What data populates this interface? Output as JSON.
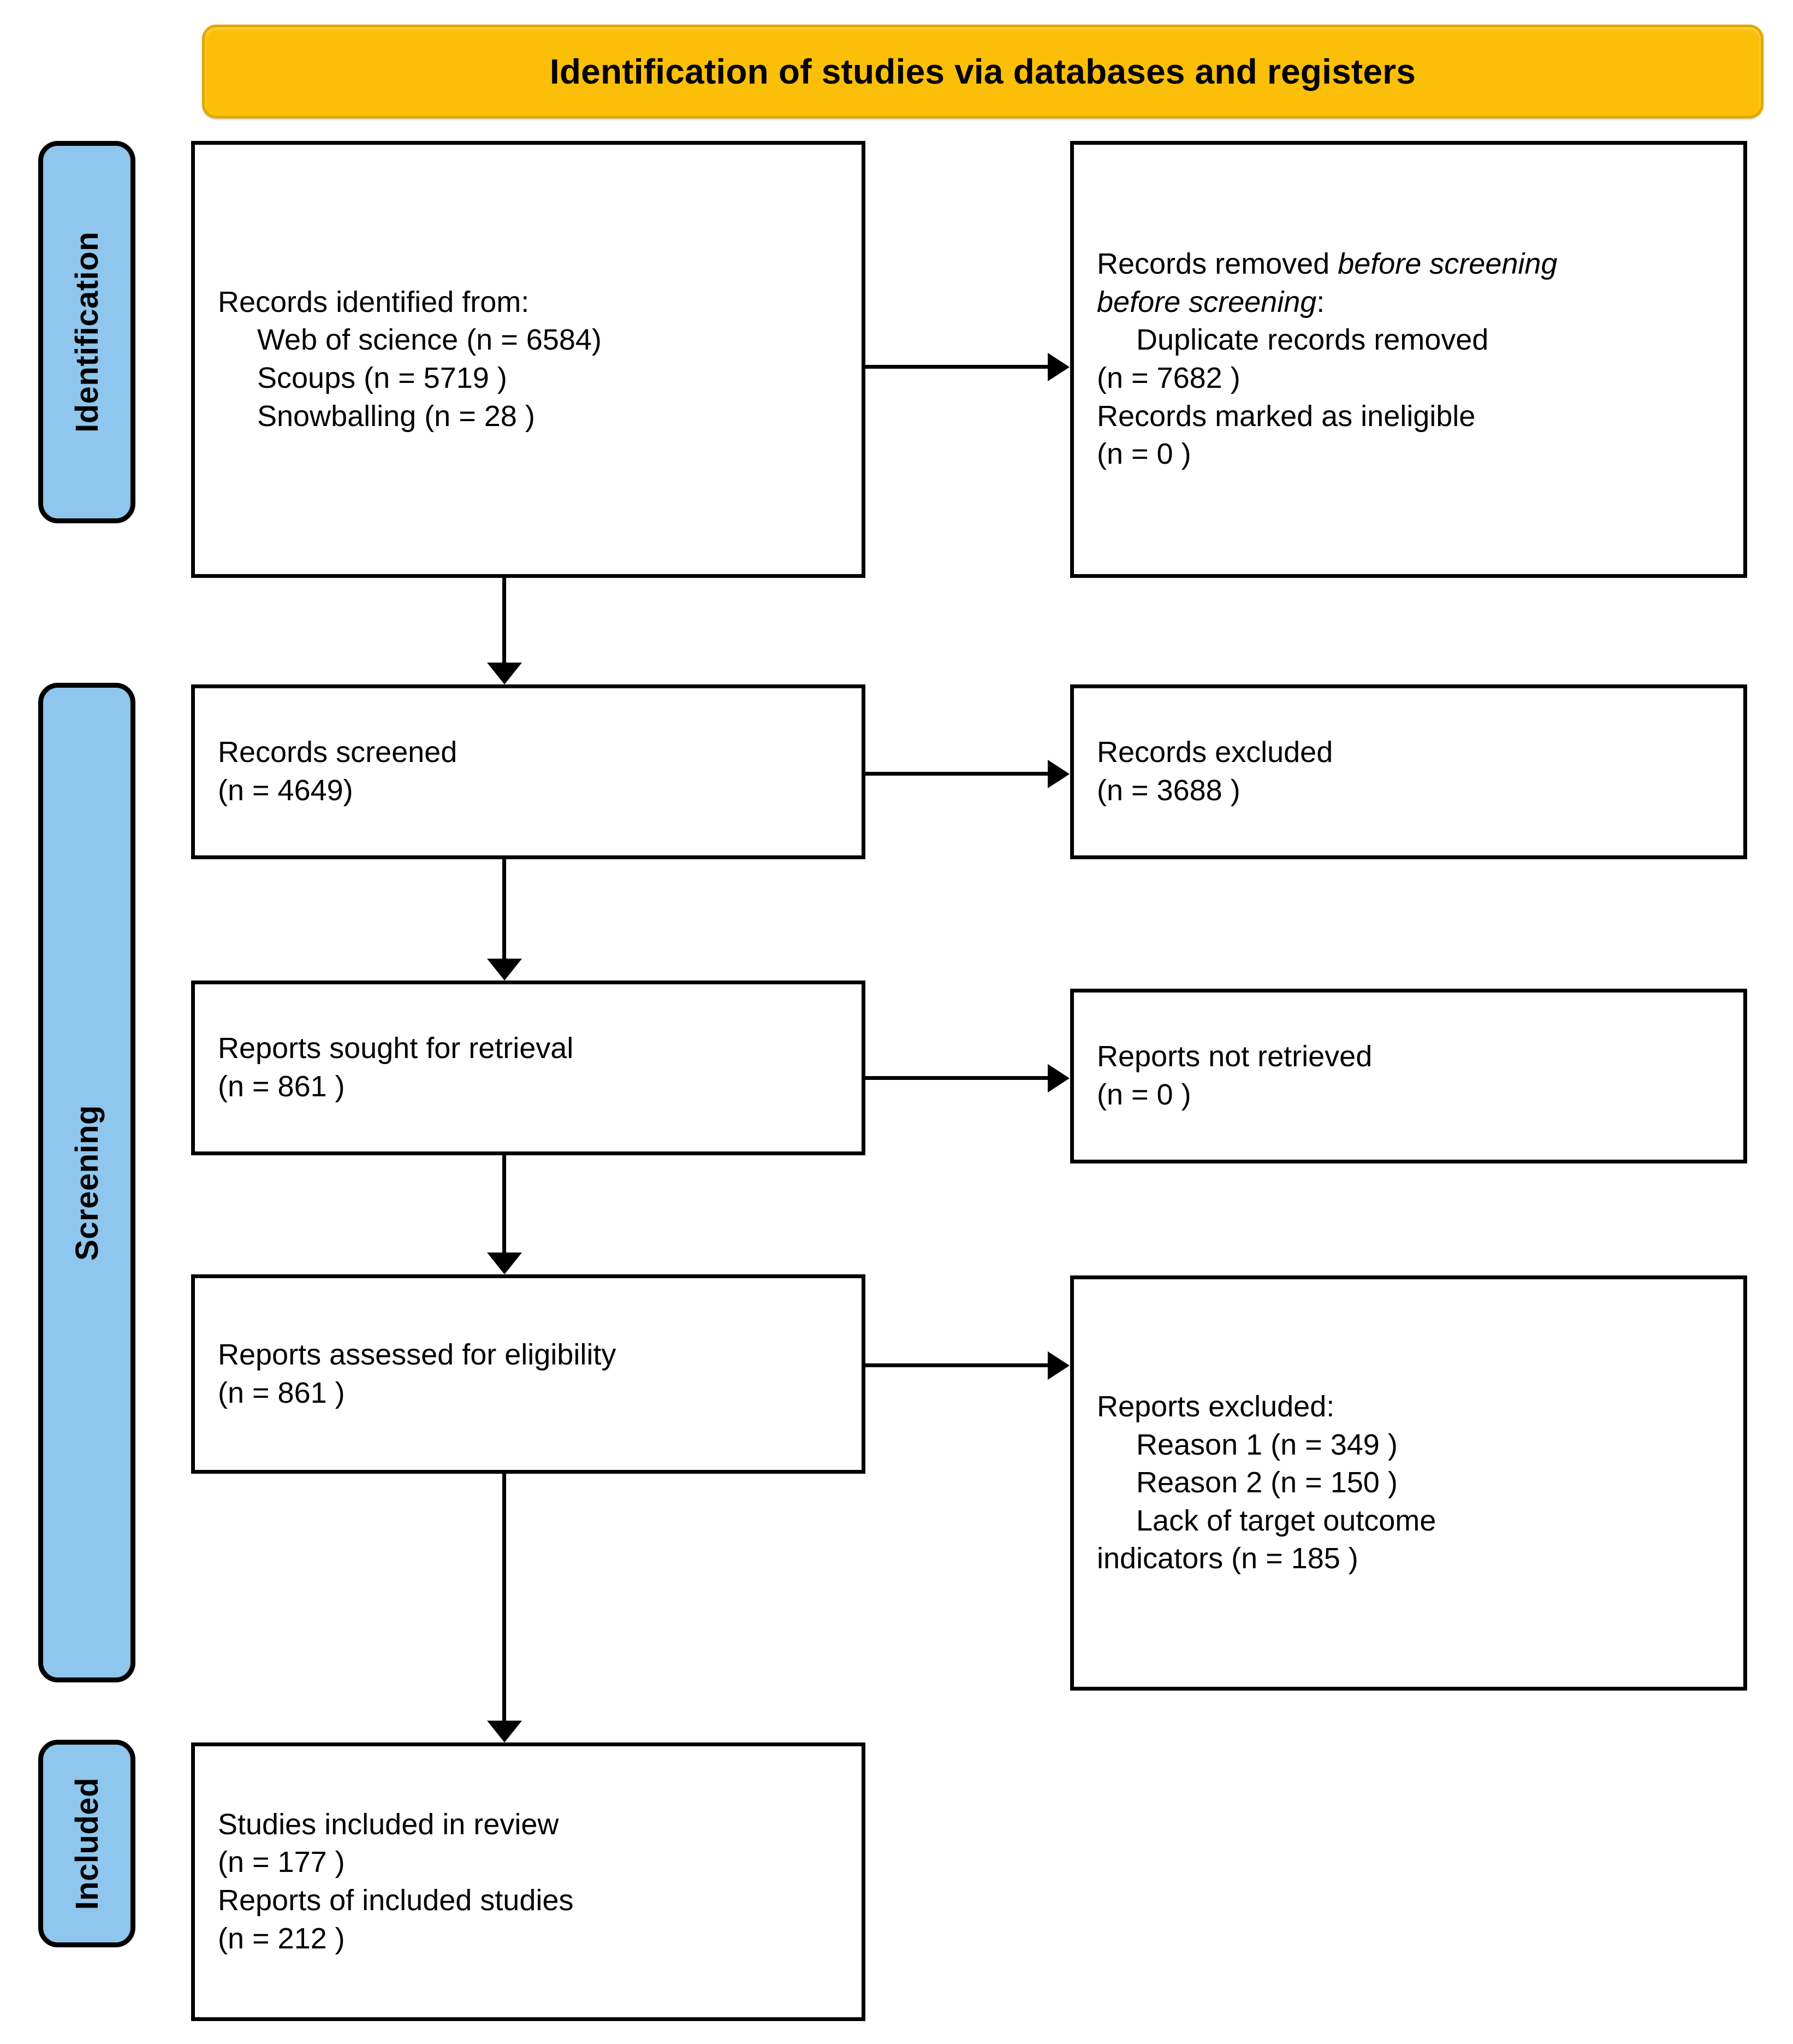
{
  "banner": {
    "title": "Identification of studies via databases and registers",
    "fill_color": "#FCBF07"
  },
  "stages": {
    "fill_color": "#8FC6ED",
    "identification": "Identification",
    "screening": "Screening",
    "included": "Included"
  },
  "flow": {
    "identified": {
      "lines": [
        "Records identified from:",
        "Web of science (n = 6584)",
        "Scoups (n = 5719 )",
        "Snowballing (n = 28 )"
      ]
    },
    "removed": {
      "lines": [
        "Records removed ",
        "before screening",
        ":",
        "Duplicate records removed",
        "(n = 7682 )",
        "Records marked as ineligible",
        "(n = 0 )"
      ]
    },
    "screened": {
      "lines": [
        "Records screened",
        "(n = 4649)"
      ]
    },
    "excluded": {
      "lines": [
        "Records excluded",
        "(n = 3688 )"
      ]
    },
    "sought": {
      "lines": [
        "Reports sought for retrieval",
        "(n = 861 )"
      ]
    },
    "not_retrieved": {
      "lines": [
        "Reports not retrieved",
        "(n = 0 )"
      ]
    },
    "assessed": {
      "lines": [
        "Reports assessed for eligibility",
        "(n = 861 )"
      ]
    },
    "reports_excluded": {
      "lines": [
        "Reports excluded:",
        "Reason 1 (n = 349 )",
        "Reason 2 (n = 150 )",
        "Lack of target outcome",
        "indicators (n = 185 )"
      ]
    },
    "included": {
      "lines": [
        "Studies included in review",
        "(n = 177 )",
        "Reports of included studies",
        "(n = 212 )"
      ]
    }
  },
  "chart_data": {
    "type": "diagram",
    "title": "Identification of studies via databases and registers",
    "nodes": [
      {
        "id": "identified",
        "stage": "Identification",
        "column": "left",
        "label": "Records identified from:",
        "items": [
          {
            "source": "Web of science",
            "n": 6584
          },
          {
            "source": "Scoups",
            "n": 5719
          },
          {
            "source": "Snowballing",
            "n": 28
          }
        ]
      },
      {
        "id": "removed",
        "stage": "Identification",
        "column": "right",
        "label": "Records removed before screening:",
        "items": [
          {
            "source": "Duplicate records removed",
            "n": 7682
          },
          {
            "source": "Records marked as ineligible",
            "n": 0
          }
        ]
      },
      {
        "id": "screened",
        "stage": "Screening",
        "column": "left",
        "label": "Records screened",
        "n": 4649
      },
      {
        "id": "excluded",
        "stage": "Screening",
        "column": "right",
        "label": "Records excluded",
        "n": 3688
      },
      {
        "id": "sought",
        "stage": "Screening",
        "column": "left",
        "label": "Reports sought for retrieval",
        "n": 861
      },
      {
        "id": "not_retrieved",
        "stage": "Screening",
        "column": "right",
        "label": "Reports not retrieved",
        "n": 0
      },
      {
        "id": "assessed",
        "stage": "Screening",
        "column": "left",
        "label": "Reports assessed for eligibility",
        "n": 861
      },
      {
        "id": "reports_excluded",
        "stage": "Screening",
        "column": "right",
        "label": "Reports excluded:",
        "items": [
          {
            "source": "Reason 1",
            "n": 349
          },
          {
            "source": "Reason 2",
            "n": 150
          },
          {
            "source": "Lack of target outcome indicators",
            "n": 185
          }
        ]
      },
      {
        "id": "included",
        "stage": "Included",
        "column": "left",
        "label": "Studies included in review",
        "n": 177,
        "items": [
          {
            "source": "Reports of included studies",
            "n": 212
          }
        ]
      }
    ],
    "edges": [
      {
        "from": "identified",
        "to": "removed",
        "direction": "right"
      },
      {
        "from": "identified",
        "to": "screened",
        "direction": "down"
      },
      {
        "from": "screened",
        "to": "excluded",
        "direction": "right"
      },
      {
        "from": "screened",
        "to": "sought",
        "direction": "down"
      },
      {
        "from": "sought",
        "to": "not_retrieved",
        "direction": "right"
      },
      {
        "from": "sought",
        "to": "assessed",
        "direction": "down"
      },
      {
        "from": "assessed",
        "to": "reports_excluded",
        "direction": "right"
      },
      {
        "from": "assessed",
        "to": "included",
        "direction": "down"
      }
    ]
  }
}
